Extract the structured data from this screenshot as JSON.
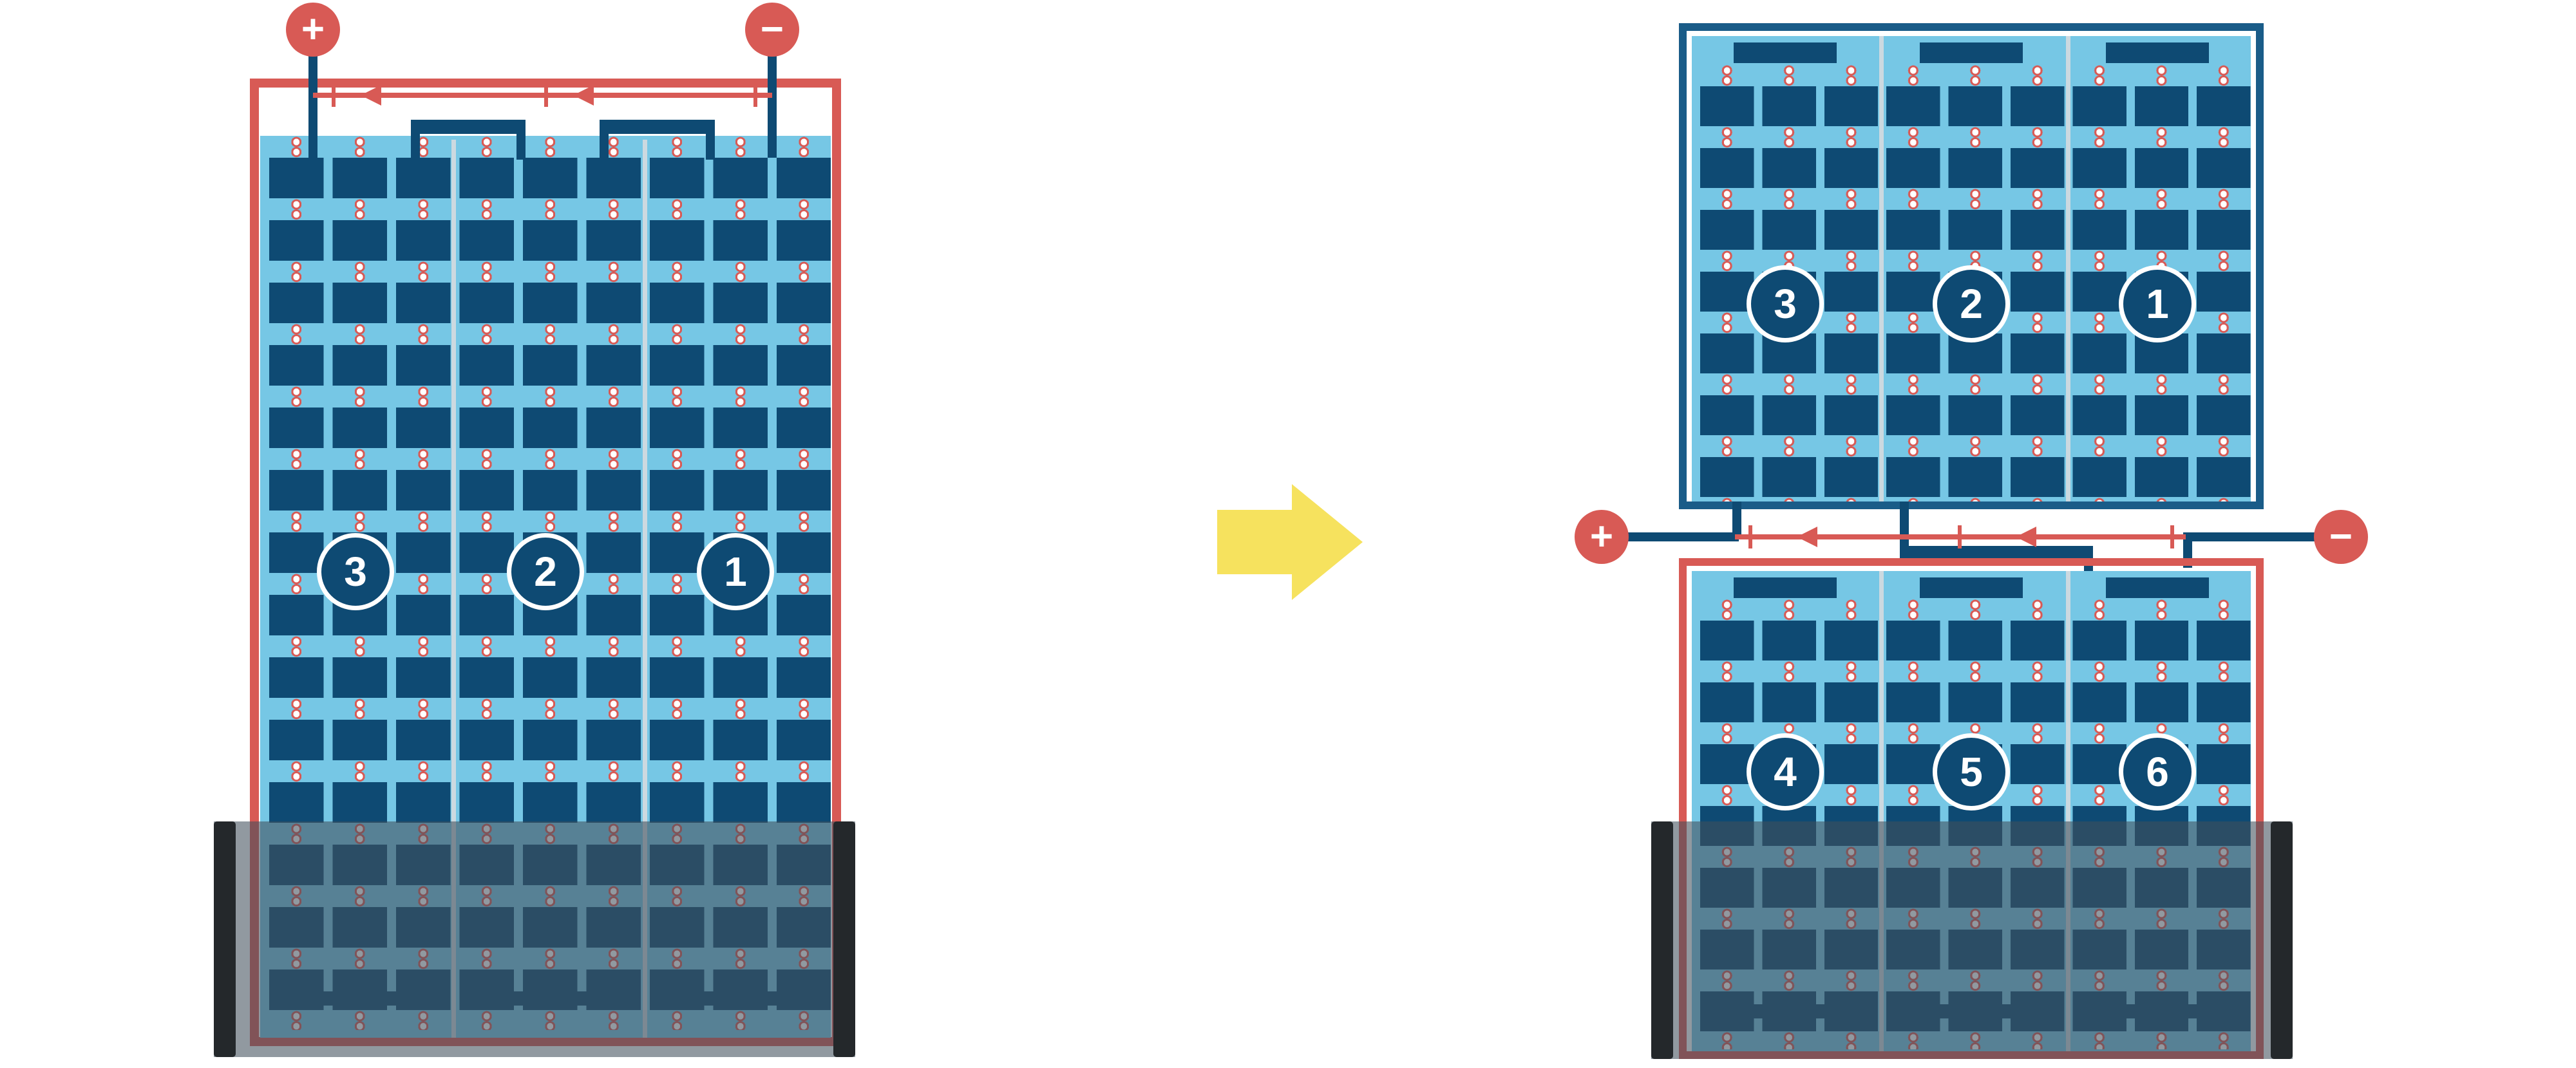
{
  "colors": {
    "red": "#d85a55",
    "navy": "#0e4a73",
    "frame_blue": "#1a5c88",
    "light_blue": "#76c7e5",
    "divider": "#ccd9e0",
    "yellow": "#f6e25e",
    "shade": "#46525e",
    "bar_black": "#24282b",
    "dot_ring": "#d85a55",
    "white": "#ffffff"
  },
  "left_assembly": {
    "terminals": {
      "positive_symbol": "+",
      "negative_symbol": "−"
    },
    "strings": [
      {
        "label": "3"
      },
      {
        "label": "2"
      },
      {
        "label": "1"
      }
    ]
  },
  "right_assembly": {
    "terminals": {
      "positive_symbol": "+",
      "negative_symbol": "−"
    },
    "top_module": {
      "strings": [
        {
          "label": "3"
        },
        {
          "label": "2"
        },
        {
          "label": "1"
        }
      ]
    },
    "bottom_module": {
      "strings": [
        {
          "label": "4"
        },
        {
          "label": "5"
        },
        {
          "label": "6"
        }
      ]
    }
  }
}
